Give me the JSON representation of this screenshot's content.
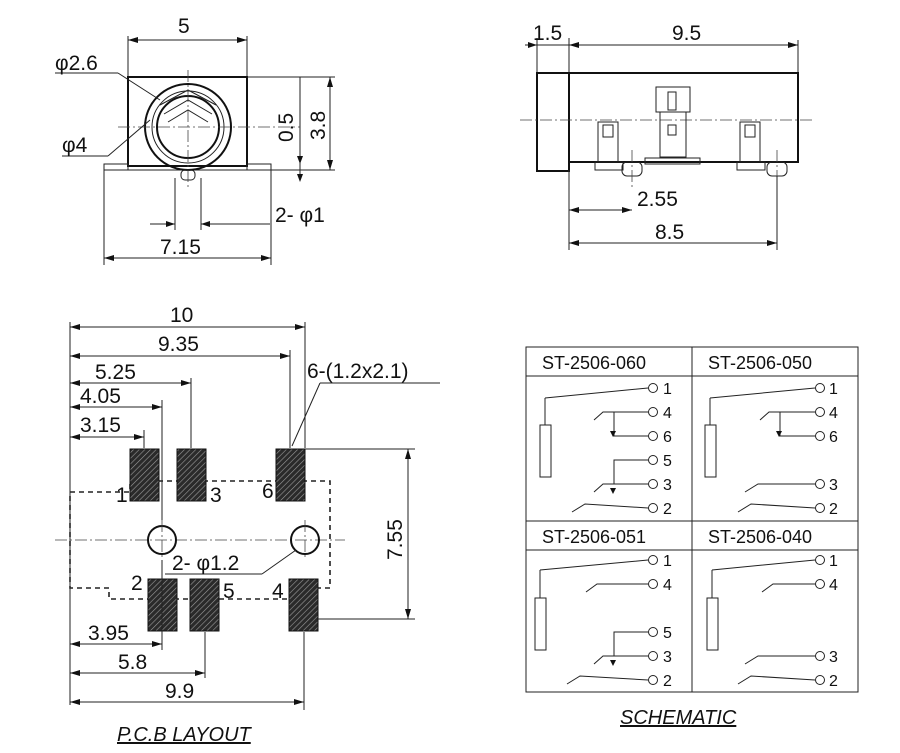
{
  "front_view": {
    "dim_width": "5",
    "dim_phi_26": "φ2.6",
    "dim_phi_4": "φ4",
    "dim_05": "0.5",
    "dim_38": "3.8",
    "dim_2phi1": "2- φ1",
    "dim_715": "7.15"
  },
  "side_view": {
    "dim_15": "1.5",
    "dim_95": "9.5",
    "dim_255": "2.55",
    "dim_85": "8.5"
  },
  "pcb_layout": {
    "caption": "P.C.B LAYOUT",
    "dim_10": "10",
    "dim_935": "9.35",
    "dim_525": "5.25",
    "dim_405": "4.05",
    "dim_315": "3.15",
    "dim_pads": "6-(1.2x2.1)",
    "dim_755": "7.55",
    "dim_holes": "2- φ1.2",
    "dim_395": "3.95",
    "dim_58": "5.8",
    "dim_99": "9.9",
    "pins": [
      "1",
      "3",
      "6",
      "2",
      "5",
      "4"
    ]
  },
  "schematic": {
    "caption": "SCHEMATIC",
    "models": [
      "ST-2506-060",
      "ST-2506-050",
      "ST-2506-051",
      "ST-2506-040"
    ],
    "m060_pins": [
      "1",
      "4",
      "6",
      "5",
      "3",
      "2"
    ],
    "m050_pins": [
      "1",
      "4",
      "6",
      "3",
      "2"
    ],
    "m051_pins": [
      "1",
      "4",
      "5",
      "3",
      "2"
    ],
    "m040_pins": [
      "1",
      "4",
      "3",
      "2"
    ]
  }
}
